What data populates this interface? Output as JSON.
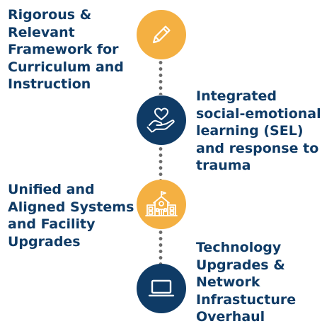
{
  "colors": {
    "text": "#0f3b66",
    "circle_orange": "#f4b042",
    "circle_navy": "#0f3b66",
    "connector": "#6b6b6b"
  },
  "steps": [
    {
      "label": "Rigorous &\nRelevant\nFramework for\nCurriculum and\nInstruction",
      "icon": "pencil-icon",
      "color": "orange",
      "side": "left"
    },
    {
      "label": "Integrated\nsocial-emotional\nlearning (SEL)\nand response to\ntrauma",
      "icon": "heart-in-hand-icon",
      "color": "navy",
      "side": "right"
    },
    {
      "label": "Unified and\nAligned Systems\nand Facility\nUpgrades",
      "icon": "school-building-icon",
      "color": "orange",
      "side": "left"
    },
    {
      "label": "Technology\nUpgrades &\nNetwork\nInfrastucture\nOverhaul",
      "icon": "laptop-icon",
      "color": "navy",
      "side": "right"
    }
  ]
}
